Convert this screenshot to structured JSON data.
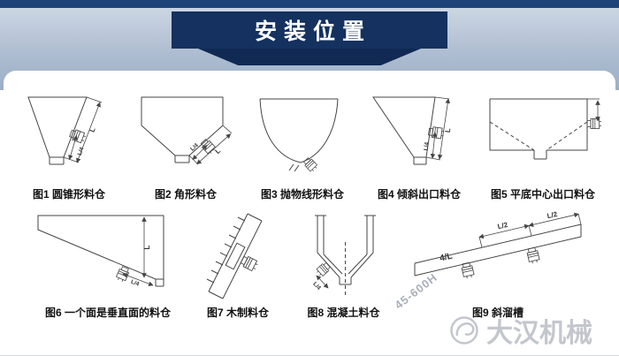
{
  "header": {
    "title": "安装位置"
  },
  "figures": [
    {
      "id": 1,
      "caption": "图1 圆锥形料仓",
      "dim_short": "L/4",
      "dim_long": "L"
    },
    {
      "id": 2,
      "caption": "图2 角形料仓",
      "dim_short": "L/4",
      "dim_long": "L"
    },
    {
      "id": 3,
      "caption": "图3 抛物线形料仓"
    },
    {
      "id": 4,
      "caption": "图4 倾斜出口料仓",
      "dim_short": "L/4",
      "dim_long": "L"
    },
    {
      "id": 5,
      "caption": "图5 平底中心出口料仓"
    },
    {
      "id": 6,
      "caption": "图6 一个面是垂直面的料仓",
      "dim_short": "L/4",
      "dim_long": "L"
    },
    {
      "id": 7,
      "caption": "图7 木制料仓"
    },
    {
      "id": 8,
      "caption": "图8 混凝土料仓",
      "dim_short": "L/4"
    },
    {
      "id": 9,
      "caption": "图9 斜溜槽",
      "dim_a": "4/L",
      "dim_b": "L/2",
      "dim_c": "L/2"
    }
  ],
  "watermark": {
    "brand": "大汉机械",
    "model": "45-600H"
  },
  "colors": {
    "top_bar": "#1d4379",
    "banner": "#14315f",
    "header_bg": "#aebdd1",
    "line": "#454545"
  }
}
